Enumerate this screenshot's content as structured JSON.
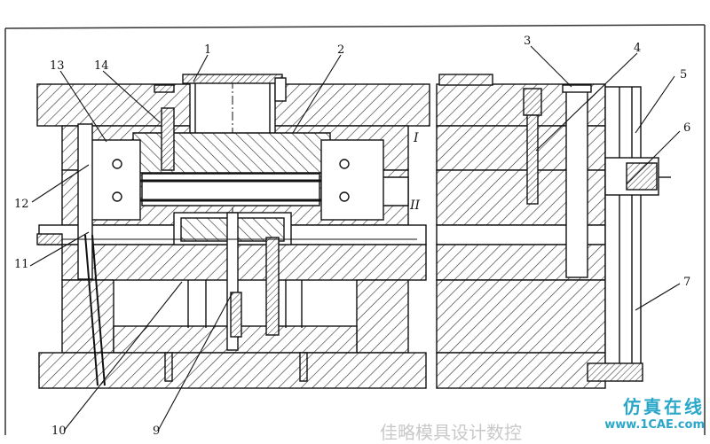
{
  "callouts": [
    "1",
    "2",
    "3",
    "4",
    "5",
    "6",
    "7",
    "11",
    "12",
    "13",
    "14",
    "10",
    "9"
  ],
  "section_marks": [
    "I",
    "II"
  ],
  "watermark": {
    "line1": "仿真在线",
    "line2": "www.1CAE.com",
    "brand_color": "#2aa7c9"
  },
  "caption": "佳略模具设计数控"
}
